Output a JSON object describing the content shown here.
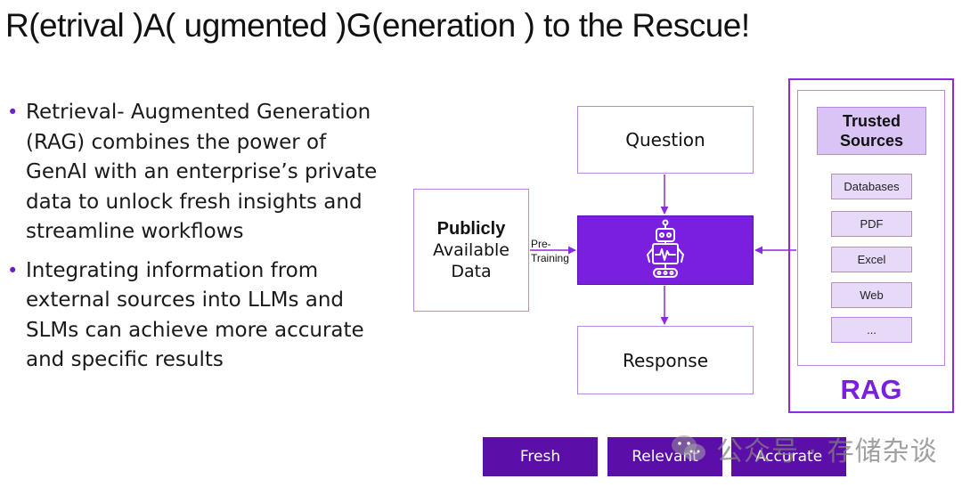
{
  "title": "R(etrival )A( ugmented )G(eneration ) to the Rescue!",
  "bullets": [
    "Retrieval- Augmented Generation (RAG) combines the power of GenAI with an enterprise’s private data to unlock fresh insights and streamline workflows",
    "Integrating information from external sources into LLMs and SLMs can achieve more accurate and specific results"
  ],
  "bullet_marker": "•",
  "diagram": {
    "question": "Question",
    "response": "Response",
    "public_data": {
      "line1": "Publicly",
      "line2": "Available",
      "line3": "Data"
    },
    "pretraining": {
      "line1": "Pre-",
      "line2": "Training"
    },
    "rag": {
      "trusted": {
        "line1": "Trusted",
        "line2": "Sources"
      },
      "sources": [
        "Databases",
        "PDF",
        "Excel",
        "Web",
        "..."
      ],
      "label": "RAG"
    },
    "center_icon": "robot-icon"
  },
  "outcomes": [
    "Fresh",
    "Relevant",
    "Accurate"
  ],
  "watermark": "公众号 · 存储杂谈",
  "colors": {
    "accent": "#7a1fe0",
    "dark_accent": "#5b0fa8",
    "light_accent": "#d9c4f5",
    "border": "#b886e8"
  }
}
